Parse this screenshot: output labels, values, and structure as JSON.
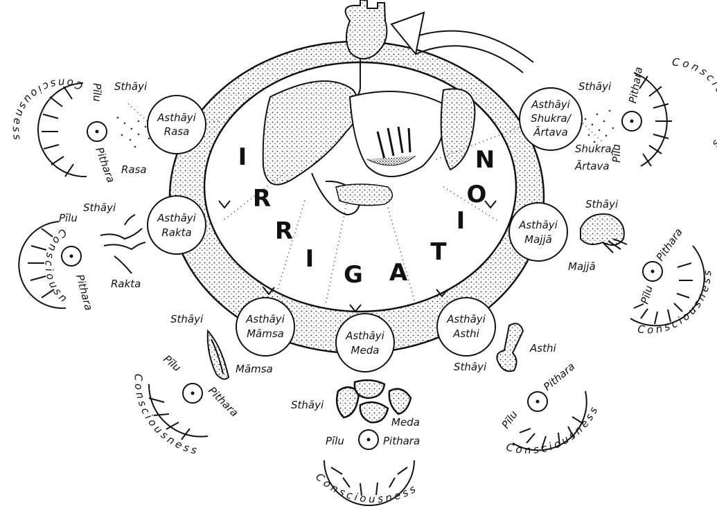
{
  "diagram": {
    "center_word": [
      "I",
      "R",
      "R",
      "I",
      "G",
      "A",
      "T",
      "I",
      "O",
      "N"
    ],
    "nodes": [
      {
        "id": "rasa",
        "line1": "Asthāyi",
        "line2": "Rasa",
        "line3": ""
      },
      {
        "id": "rakta",
        "line1": "Asthāyi",
        "line2": "Rakta",
        "line3": ""
      },
      {
        "id": "mamsa",
        "line1": "Asthāyi",
        "line2": "Māmsa",
        "line3": ""
      },
      {
        "id": "meda",
        "line1": "Asthāyi",
        "line2": "Meda",
        "line3": ""
      },
      {
        "id": "asthi",
        "line1": "Asthāyi",
        "line2": "Asthi",
        "line3": ""
      },
      {
        "id": "majja",
        "line1": "Asthāyi",
        "line2": "Majjā",
        "line3": ""
      },
      {
        "id": "shukra",
        "line1": "Asthāyi",
        "line2": "Shukra/",
        "line3": "Ārtava"
      }
    ],
    "tissues": {
      "rasa": {
        "sthayi": "Sthāyi",
        "name": "Rasa"
      },
      "rakta": {
        "sthayi": "Sthāyi",
        "name": "Rakta"
      },
      "mamsa": {
        "sthayi": "Sthāyi",
        "name": "Māmsa"
      },
      "meda": {
        "sthayi": "Sthāyi",
        "name": "Meda"
      },
      "asthi": {
        "sthayi": "Sthāyi",
        "name": "Asthi"
      },
      "majja": {
        "sthayi": "Sthāyi",
        "name": "Majjā"
      },
      "shukra": {
        "sthayi": "Sthāyi",
        "name": "Shukra/",
        "name2": "Ārtava"
      }
    },
    "cell_labels": {
      "pilu": "Pīlu",
      "pithara": "Pithara",
      "consciousness": "Consciousness"
    }
  },
  "icons": [
    "heart-icon",
    "liver-icon",
    "stomach-icon",
    "nerve-icon",
    "muscle-icon",
    "fat-icon",
    "bone-icon",
    "marrow-icon",
    "spleen-icon"
  ]
}
